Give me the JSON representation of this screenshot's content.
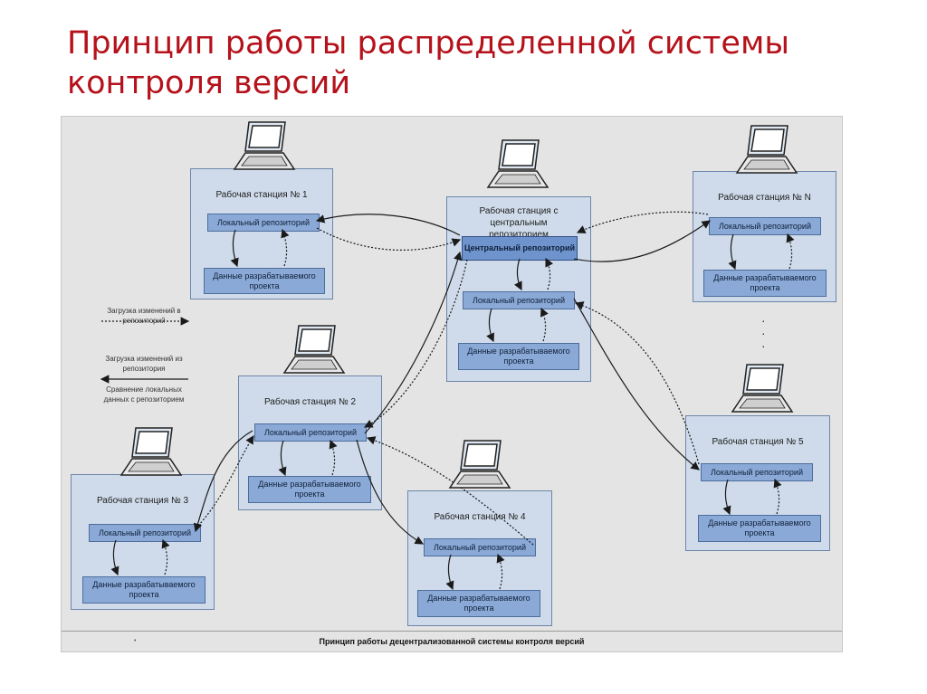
{
  "title": "Принцип работы распределенной системы контроля версий",
  "caption": "Принцип работы децентрализованной системы контроля версий",
  "caption_mark": "•",
  "legend": {
    "upload": "Загрузка изменений в репозиторий",
    "download": "Загрузка изменений из репозитория",
    "compare": "Сравнение локальных данных с репозиторием"
  },
  "stations": {
    "s1": {
      "label": "Рабочая станция № 1",
      "repo": "Локальный репозиторий",
      "data": "Данные разрабатываемого проекта"
    },
    "central": {
      "label": "Рабочая станция с центральным репозиторием",
      "central_repo": "Центральный репозиторий",
      "repo": "Локальный репозиторий",
      "data": "Данные разрабатываемого проекта"
    },
    "sn": {
      "label": "Рабочая станция № N",
      "repo": "Локальный репозиторий",
      "data": "Данные разрабатываемого проекта"
    },
    "s2": {
      "label": "Рабочая станция № 2",
      "repo": "Локальный репозиторий",
      "data": "Данные разрабатываемого проекта"
    },
    "s3": {
      "label": "Рабочая станция № 3",
      "repo": "Локальный репозиторий",
      "data": "Данные разрабатываемого проекта"
    },
    "s4": {
      "label": "Рабочая станция № 4",
      "repo": "Локальный репозиторий",
      "data": "Данные разрабатываемого проекта"
    },
    "s5": {
      "label": "Рабочая станция № 5",
      "repo": "Локальный репозиторий",
      "data": "Данные разрабатываемого проекта"
    }
  },
  "ellipsis": "·\n·\n·",
  "colors": {
    "title": "#b5121b",
    "station_fill": "#cfdbea",
    "repo_fill": "#8aa9d6",
    "central_fill": "#6f93cc"
  }
}
